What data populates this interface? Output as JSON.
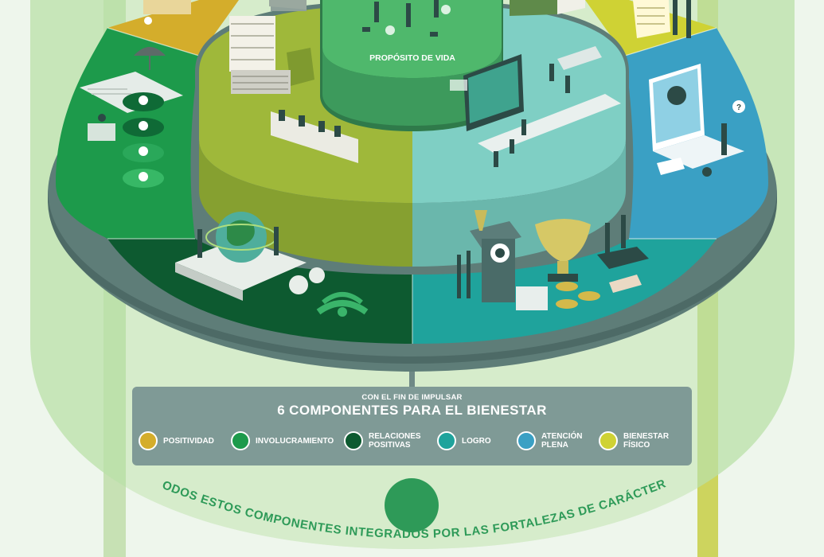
{
  "center": {
    "label": "PROPÓSITO DE VIDA"
  },
  "legend": {
    "subtitle": "CON EL FIN DE IMPULSAR",
    "title": "6 COMPONENTES PARA EL BIENESTAR",
    "items": [
      {
        "label": "POSITIVIDAD",
        "color": "#d4ad2b"
      },
      {
        "label": "INVOLUCRAMIENTO",
        "color": "#1d9a4b"
      },
      {
        "label": "RELACIONES\nPOSITIVAS",
        "color": "#0d5a30"
      },
      {
        "label": "LOGRO",
        "color": "#1fa39c"
      },
      {
        "label": "ATENCIÓN\nPLENA",
        "color": "#3aa0c4"
      },
      {
        "label": "BIENESTAR\nFÍSICO",
        "color": "#cfd234"
      }
    ]
  },
  "footer": {
    "caption": "TODOS ESTOS COMPONENTES INTEGRADOS POR LAS FORTALEZAS DE CARÁCTER."
  },
  "colors": {
    "background": "#eef6ec",
    "dome": "#b9e0a8",
    "ring_inner_left": "#9fb83a",
    "ring_inner_right": "#7fcfc4",
    "center_top": "#4fb86c",
    "panel": "#7f9a96"
  }
}
